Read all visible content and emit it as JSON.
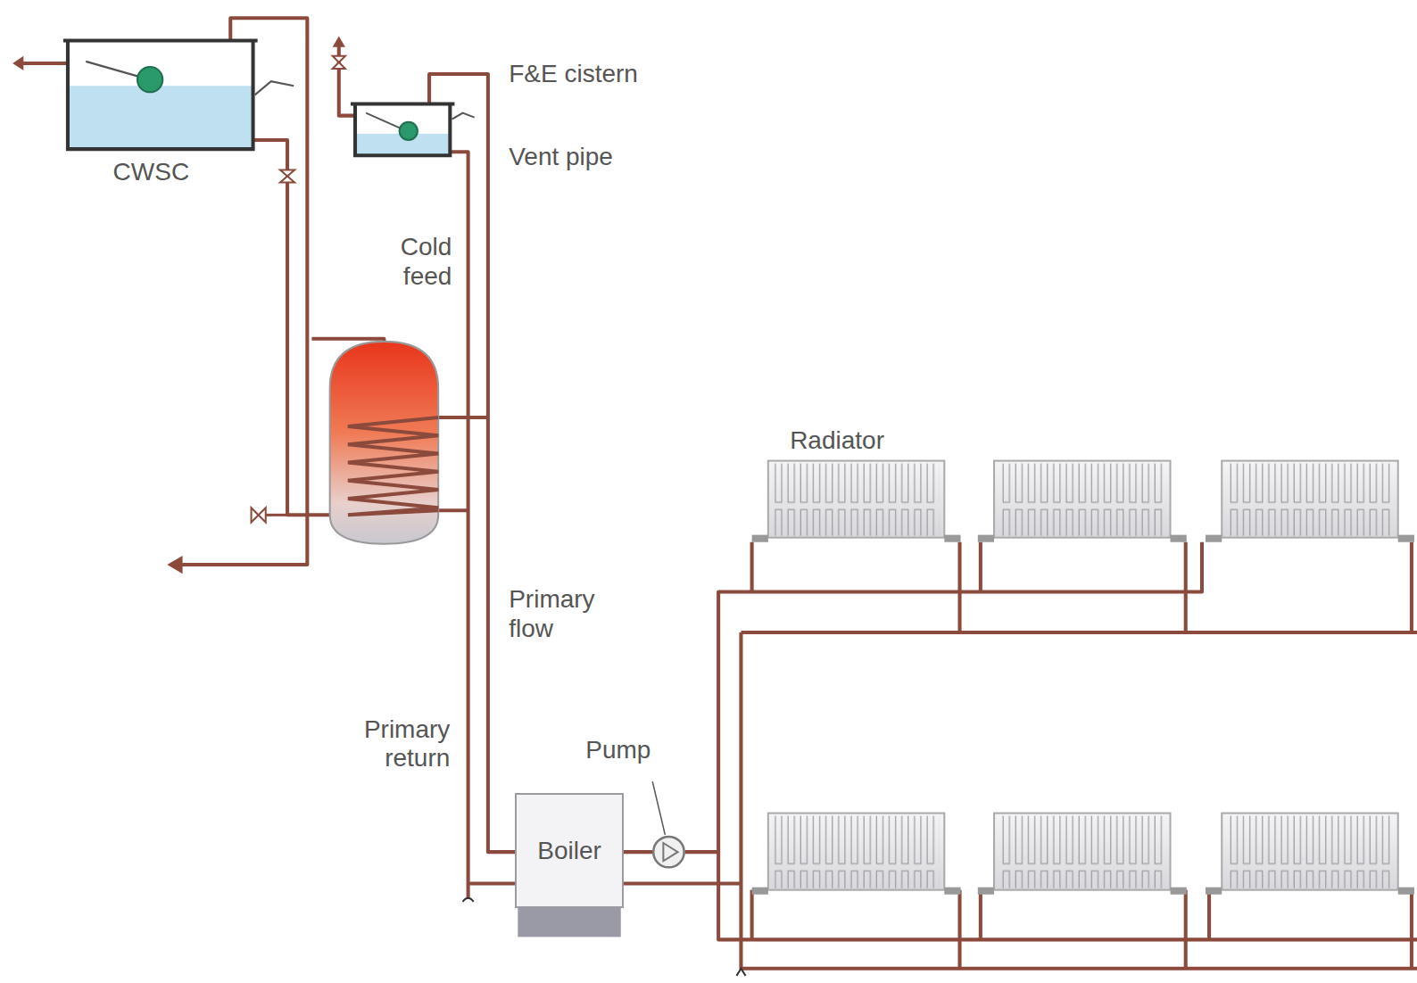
{
  "diagram": {
    "nodes": [
      {
        "text": [
          "CWSC"
        ]
      },
      {
        "text": [
          "Boiler"
        ]
      }
    ],
    "labels": [
      "F&E cistern",
      "Vent pipe",
      "Cold feed",
      "Radiator",
      "Primary flow",
      "Primary return",
      "Pump"
    ]
  }
}
